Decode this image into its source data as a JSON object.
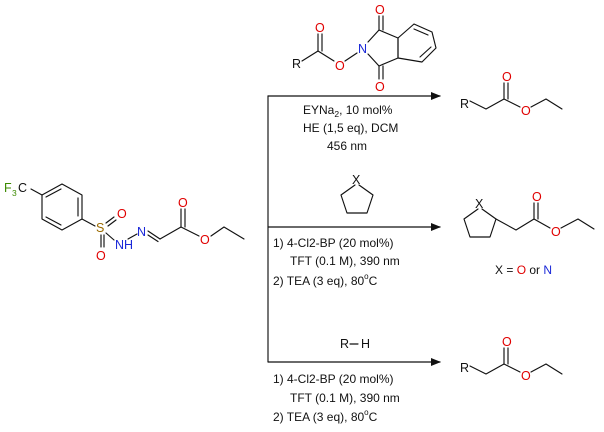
{
  "colors": {
    "bond": "#111111",
    "oxygen": "#e00000",
    "nitrogen": "#1a28d8",
    "sulfur": "#9a6a00",
    "fluorine": "#3c8a00"
  },
  "starting_material": {
    "cf3_c": "C",
    "cf3_f": "F",
    "cf3_3": "3",
    "s": "S",
    "o1": "O",
    "o2": "O",
    "nh_n": "N",
    "nh_h": "H",
    "n": "N",
    "o_carbonyl": "O",
    "o_ester": "O"
  },
  "reaction1": {
    "reagent": {
      "r": "R",
      "o_carbonyl": "O",
      "o_link": "O",
      "n": "N",
      "o_top": "O",
      "o_bottom": "O"
    },
    "conditions": {
      "line1_pre": "EYNa",
      "line1_sub": "2",
      "line1_post": ", 10 mol%",
      "line2": "HE (1,5 eq), DCM",
      "line3": "456 nm"
    },
    "product": {
      "r": "R",
      "o_carbonyl": "O",
      "o_ester": "O"
    }
  },
  "reaction2": {
    "reagent": {
      "x": "X"
    },
    "conditions": {
      "line1": "1) 4-Cl2-BP (20 mol%)",
      "line2": "TFT (0.1 M), 390 nm",
      "line3_pre": "2) TEA (3 eq), 80",
      "line3_sup": "o",
      "line3_post": "C"
    },
    "product": {
      "x": "X",
      "o_carbonyl": "O",
      "o_ester": "O",
      "note_prefix": "X = ",
      "note_o": "O",
      "note_or": " or ",
      "note_n": "N"
    }
  },
  "reaction3": {
    "reagent": {
      "r": "R",
      "h": "H"
    },
    "conditions": {
      "line1": "1) 4-Cl2-BP (20 mol%)",
      "line2": "TFT (0.1 M), 390 nm",
      "line3_pre": "2) TEA (3 eq), 80",
      "line3_sup": "o",
      "line3_post": "C"
    },
    "product": {
      "r": "R",
      "o_carbonyl": "O",
      "o_ester": "O"
    }
  }
}
